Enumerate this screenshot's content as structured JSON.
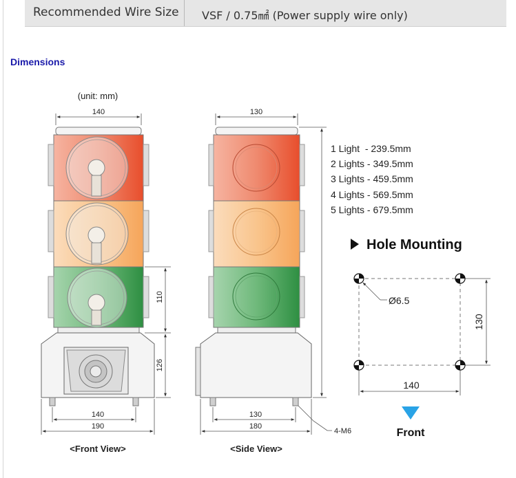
{
  "spec": {
    "label": "Recommended Wire Size",
    "value": "VSF / 0.75㎟  (Power supply wire only)"
  },
  "section": {
    "title": "Dimensions"
  },
  "diagram": {
    "unit_note": "(unit: mm)",
    "front_view": {
      "caption": "<Front View>",
      "dim_top_width": "140",
      "dim_module_height": "110",
      "dim_base_height": "126",
      "dim_foot_pitch": "140",
      "dim_base_width": "190"
    },
    "side_view": {
      "caption": "<Side View>",
      "dim_top_width": "130",
      "dim_foot_pitch": "130",
      "dim_base_width": "180",
      "bolt_label": "4-M6"
    },
    "heights_list": [
      "1 Light  - 239.5mm",
      "2 Lights - 349.5mm",
      "3 Lights - 459.5mm",
      "4 Lights - 569.5mm",
      "5 Lights - 679.5mm"
    ],
    "hole_mounting": {
      "title": "Hole Mounting",
      "hole_diameter": "Ø6.5",
      "dim_vertical": "130",
      "dim_horizontal": "140",
      "front_label": "Front"
    }
  },
  "colors": {
    "red_lens": "#ec5c3c",
    "amber_lens": "#f9b46e",
    "green_lens": "#3f9e4e",
    "front_arrow": "#29a3e6",
    "title_blue": "#1a1aaa"
  }
}
